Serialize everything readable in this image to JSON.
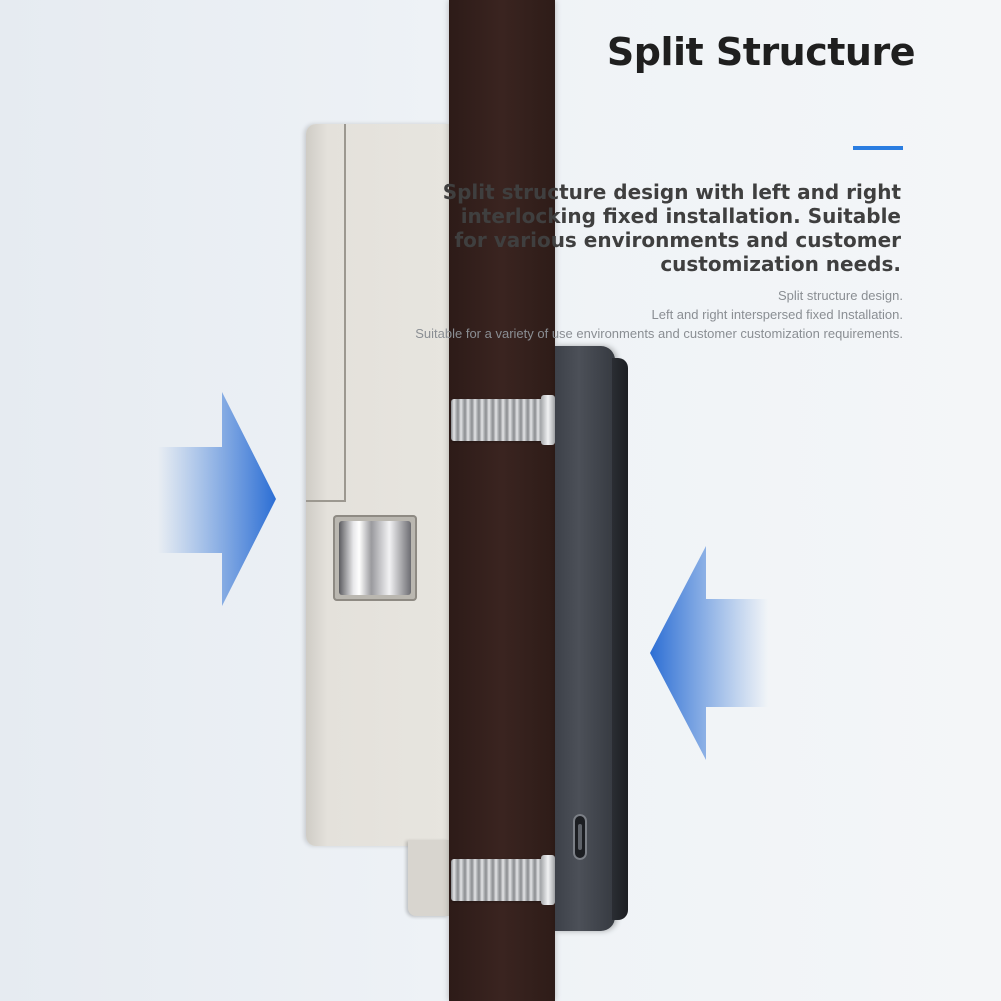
{
  "title": "Split Structure",
  "accent_color": "#2a7de1",
  "headline": "Split structure design with left and right\ninterlocking fixed installation. Suitable\nfor various environments and customer\ncustomization needs.",
  "subtext": "Split structure design.\nLeft and right interspersed fixed Installation.\nSuitable for a variety of use environments and customer customization requirements.",
  "icons": [
    "arrow-right-icon",
    "arrow-left-icon"
  ]
}
